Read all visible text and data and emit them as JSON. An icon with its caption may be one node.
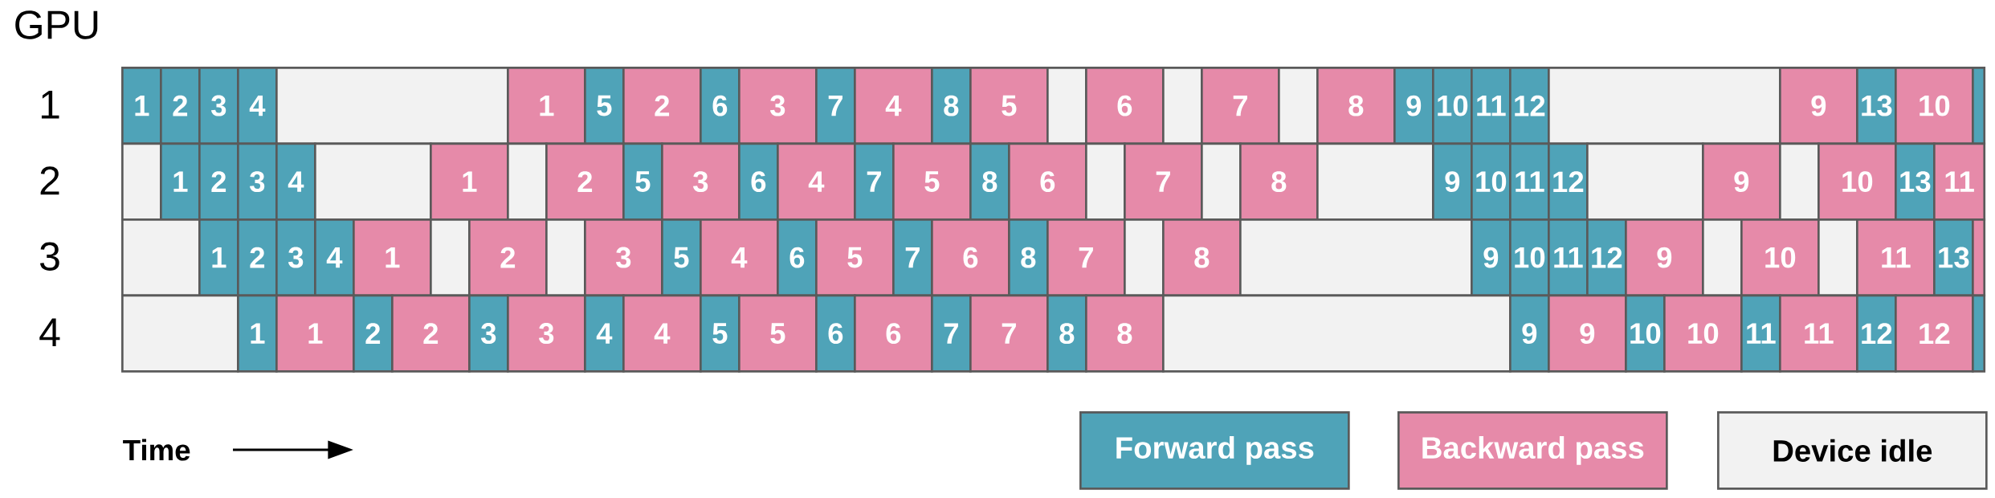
{
  "diagram": {
    "nodes": [
      {
        "text": [
          "1"
        ]
      },
      {
        "text": [
          "2"
        ]
      },
      {
        "text": [
          "3"
        ]
      },
      {
        "text": [
          "4"
        ]
      },
      {
        "text": [],
        "shape": "box"
      },
      {
        "text": [
          "1"
        ]
      },
      {
        "text": [
          "5"
        ]
      },
      {
        "text": [
          "2"
        ]
      },
      {
        "text": [
          "6"
        ]
      },
      {
        "text": [
          "3"
        ]
      },
      {
        "text": [
          "7"
        ]
      },
      {
        "text": [
          "4"
        ]
      },
      {
        "text": [
          "8"
        ]
      },
      {
        "text": [
          "5"
        ]
      },
      {
        "text": [],
        "shape": "box"
      },
      {
        "text": [
          "6"
        ]
      },
      {
        "text": [],
        "shape": "box"
      },
      {
        "text": [
          "7"
        ]
      },
      {
        "text": [],
        "shape": "box"
      },
      {
        "text": [
          "8"
        ]
      },
      {
        "text": [
          "9"
        ]
      },
      {
        "text": [
          "10"
        ]
      },
      {
        "text": [
          "11"
        ]
      },
      {
        "text": [
          "12"
        ]
      },
      {
        "text": [],
        "shape": "box"
      },
      {
        "text": [
          "9"
        ]
      },
      {
        "text": [
          "13"
        ]
      },
      {
        "text": [
          "10"
        ]
      },
      {
        "text": [],
        "shape": "box"
      },
      {
        "text": [],
        "shape": "box"
      },
      {
        "text": [
          "1"
        ]
      },
      {
        "text": [
          "2"
        ]
      },
      {
        "text": [
          "3"
        ]
      },
      {
        "text": [
          "4"
        ]
      },
      {
        "text": [],
        "shape": "box"
      },
      {
        "text": [
          "1"
        ]
      },
      {
        "text": [],
        "shape": "box"
      },
      {
        "text": [
          "2"
        ]
      },
      {
        "text": [
          "5"
        ]
      },
      {
        "text": [
          "3"
        ]
      },
      {
        "text": [
          "6"
        ]
      },
      {
        "text": [
          "4"
        ]
      },
      {
        "text": [
          "7"
        ]
      },
      {
        "text": [
          "5"
        ]
      },
      {
        "text": [
          "8"
        ]
      },
      {
        "text": [
          "6"
        ]
      },
      {
        "text": [],
        "shape": "box"
      },
      {
        "text": [
          "7"
        ]
      },
      {
        "text": [],
        "shape": "box"
      },
      {
        "text": [
          "8"
        ]
      },
      {
        "text": [],
        "shape": "box"
      },
      {
        "text": [
          "9"
        ]
      },
      {
        "text": [
          "10"
        ]
      },
      {
        "text": [
          "11"
        ]
      },
      {
        "text": [
          "12"
        ]
      },
      {
        "text": [],
        "shape": "box"
      },
      {
        "text": [
          "9"
        ]
      },
      {
        "text": [],
        "shape": "box"
      },
      {
        "text": [
          "10"
        ]
      },
      {
        "text": [
          "13"
        ]
      },
      {
        "text": [
          "11"
        ]
      },
      {
        "text": [],
        "shape": "box"
      },
      {
        "text": [
          "1"
        ]
      },
      {
        "text": [
          "2"
        ]
      },
      {
        "text": [
          "3"
        ]
      },
      {
        "text": [
          "4"
        ]
      },
      {
        "text": [
          "1"
        ]
      },
      {
        "text": [],
        "shape": "box"
      },
      {
        "text": [
          "2"
        ]
      },
      {
        "text": [],
        "shape": "box"
      },
      {
        "text": [
          "3"
        ]
      },
      {
        "text": [
          "5"
        ]
      },
      {
        "text": [
          "4"
        ]
      },
      {
        "text": [
          "6"
        ]
      },
      {
        "text": [
          "5"
        ]
      },
      {
        "text": [
          "7"
        ]
      },
      {
        "text": [
          "6"
        ]
      },
      {
        "text": [
          "8"
        ]
      },
      {
        "text": [
          "7"
        ]
      },
      {
        "text": [],
        "shape": "box"
      },
      {
        "text": [
          "8"
        ]
      },
      {
        "text": [],
        "shape": "box"
      },
      {
        "text": [
          "9"
        ]
      },
      {
        "text": [
          "10"
        ]
      },
      {
        "text": [
          "11"
        ]
      },
      {
        "text": [
          "12"
        ]
      },
      {
        "text": [
          "9"
        ]
      },
      {
        "text": [],
        "shape": "box"
      },
      {
        "text": [
          "10"
        ]
      },
      {
        "text": [],
        "shape": "box"
      },
      {
        "text": [
          "11"
        ]
      },
      {
        "text": [
          "13"
        ]
      },
      {
        "text": [],
        "shape": "box"
      },
      {
        "text": [],
        "shape": "box"
      },
      {
        "text": [
          "1"
        ]
      },
      {
        "text": [
          "1"
        ]
      },
      {
        "text": [
          "2"
        ]
      },
      {
        "text": [
          "2"
        ]
      },
      {
        "text": [
          "3"
        ]
      },
      {
        "text": [
          "3"
        ]
      },
      {
        "text": [
          "4"
        ]
      },
      {
        "text": [
          "4"
        ]
      },
      {
        "text": [
          "5"
        ]
      },
      {
        "text": [
          "5"
        ]
      },
      {
        "text": [
          "6"
        ]
      },
      {
        "text": [
          "6"
        ]
      },
      {
        "text": [
          "7"
        ]
      },
      {
        "text": [
          "7"
        ]
      },
      {
        "text": [
          "8"
        ]
      },
      {
        "text": [
          "8"
        ]
      },
      {
        "text": [],
        "shape": "box"
      },
      {
        "text": [
          "9"
        ]
      },
      {
        "text": [
          "9"
        ]
      },
      {
        "text": [
          "10"
        ]
      },
      {
        "text": [
          "10"
        ]
      },
      {
        "text": [
          "11"
        ]
      },
      {
        "text": [
          "11"
        ]
      },
      {
        "text": [
          "12"
        ]
      },
      {
        "text": [
          "12"
        ]
      },
      {
        "text": [],
        "shape": "box"
      }
    ],
    "labels": [
      "GPU",
      "1",
      "2",
      "3",
      "4",
      "Time"
    ],
    "legend": [
      {
        "text": "Forward pass",
        "color": "#4fa3b8"
      },
      {
        "text": "Backward pass",
        "color": "#e68aa9"
      },
      {
        "text": "Device idle",
        "color": "#f2f2f2"
      }
    ]
  }
}
